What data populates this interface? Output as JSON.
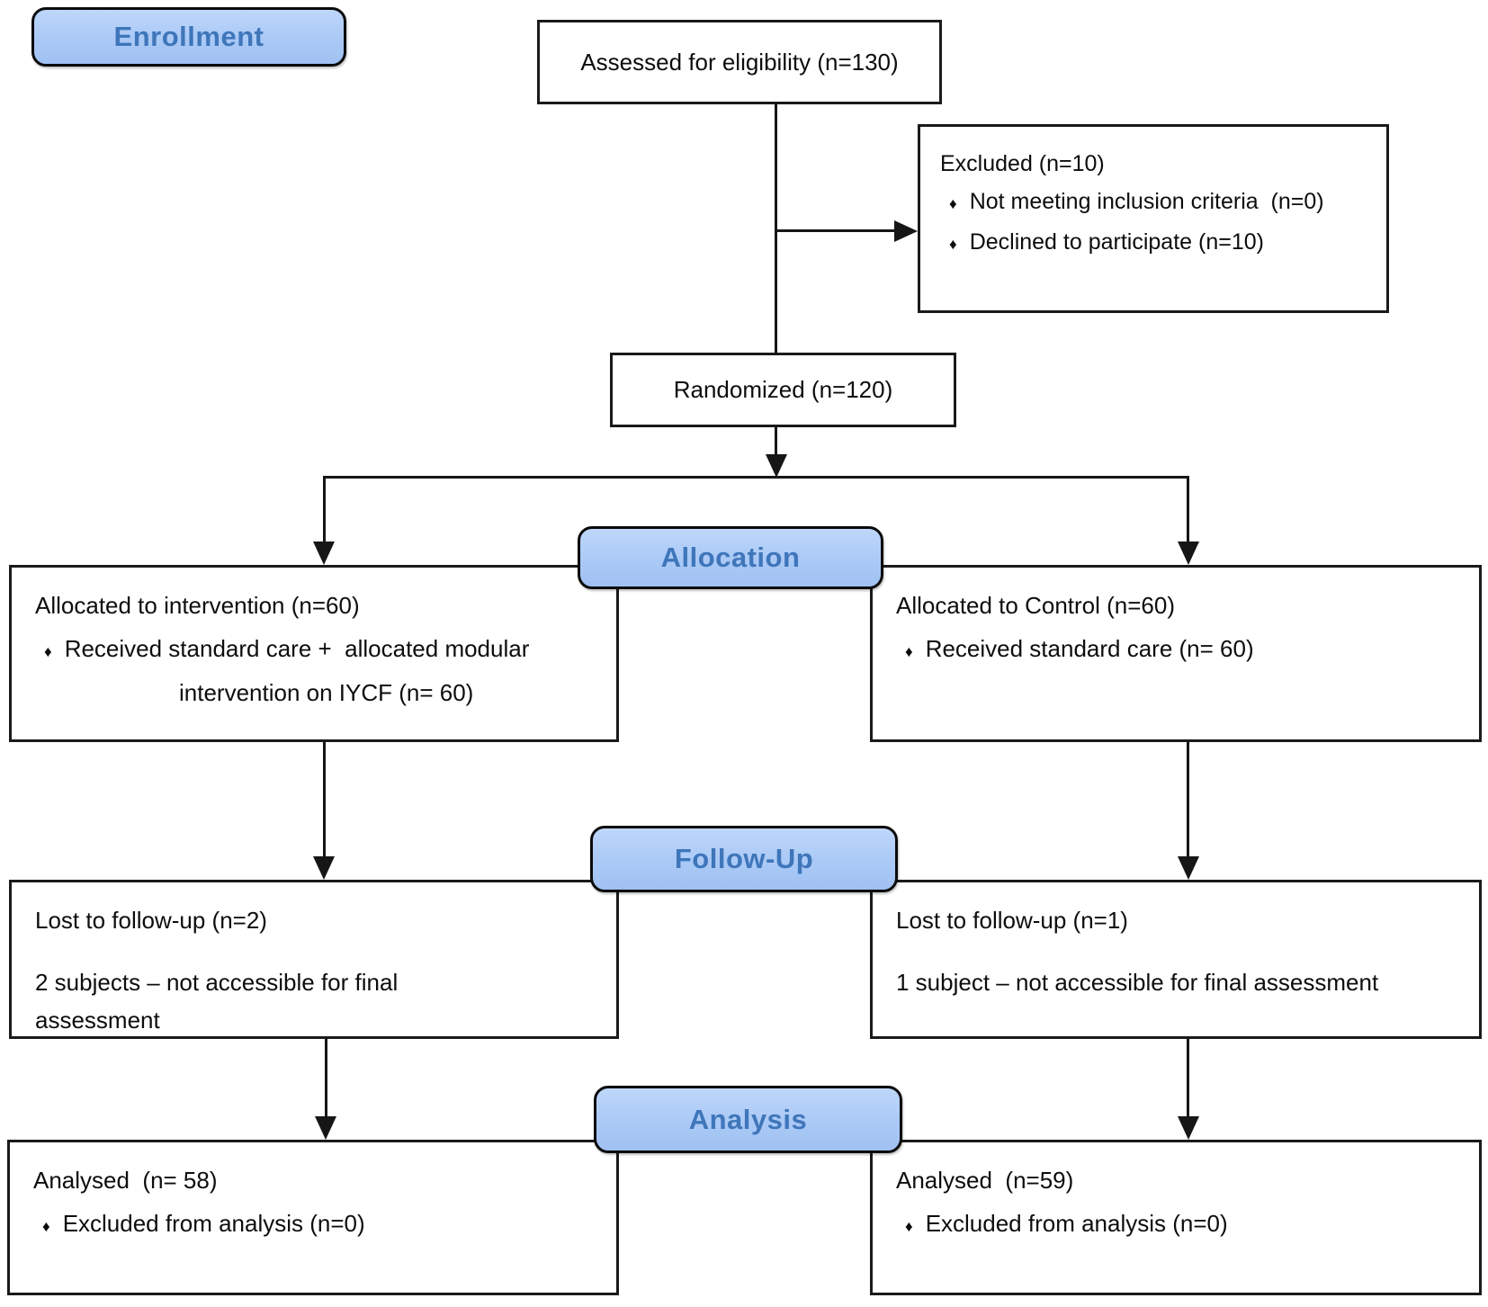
{
  "bullet_char": "♦",
  "colors": {
    "badge_fill": "#aac9f6",
    "badge_text": "#3f76ba",
    "box_border": "#1a1a1a",
    "line": "#161616",
    "background": "#ffffff"
  },
  "badges": {
    "enrollment": "Enrollment",
    "allocation": "Allocation",
    "followup": "Follow-Up",
    "analysis": "Analysis"
  },
  "boxes": {
    "assessed": {
      "text": "Assessed for eligibility (n=130)"
    },
    "excluded": {
      "title": "Excluded (n=10)",
      "items": [
        "Not meeting inclusion criteria  (n=0)",
        "Declined to participate (n=10)"
      ]
    },
    "randomized": {
      "text": "Randomized (n=120)"
    },
    "allocated_intervention": {
      "title": "Allocated to intervention (n=60)",
      "bullet_line1": "Received standard care +  allocated modular",
      "bullet_line2": "intervention on IYCF (n= 60)"
    },
    "allocated_control": {
      "title": "Allocated to Control (n=60)",
      "items": [
        "Received standard care (n= 60)"
      ]
    },
    "lost_intervention": {
      "title": "Lost to follow-up (n=2)",
      "body": "2 subjects – not accessible for final assessment"
    },
    "lost_control": {
      "title": "Lost to follow-up (n=1)",
      "body": "1 subject – not accessible for final assessment"
    },
    "analysed_intervention": {
      "title": "Analysed  (n= 58)",
      "items": [
        "Excluded from analysis (n=0)"
      ]
    },
    "analysed_control": {
      "title": "Analysed  (n=59)",
      "items": [
        "Excluded from analysis (n=0)"
      ]
    }
  }
}
